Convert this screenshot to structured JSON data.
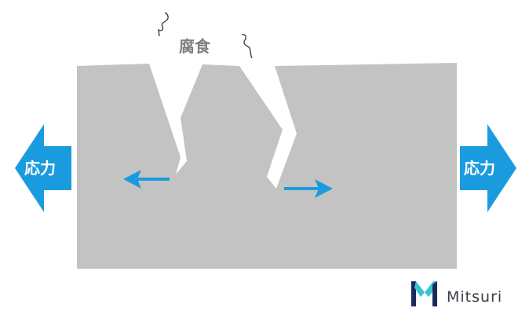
{
  "diagram": {
    "corrosion_label": "腐食",
    "stress_left_label": "応力",
    "stress_right_label": "応力"
  },
  "brand": {
    "name": "Mitsuri"
  },
  "colors": {
    "metal": "#c3c3c3",
    "stress_arrow": "#1a9be0",
    "crack_arrow": "#1a9be0",
    "label_gray": "#7f7f7f",
    "logo_dark": "#1c2a5a",
    "logo_teal": "#39c4d4"
  },
  "icons": {
    "corrosion_wisp": "squiggle-line",
    "logo": "m-logo-icon"
  }
}
